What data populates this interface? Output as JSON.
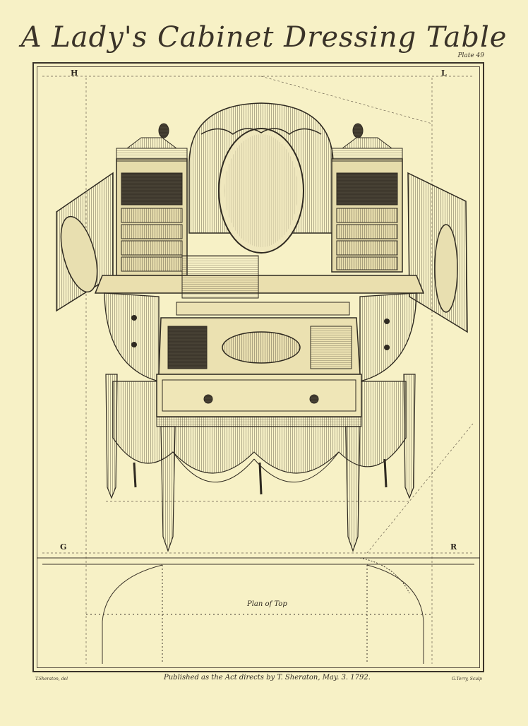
{
  "engraving": {
    "title": "A Lady's Cabinet Dressing Table",
    "plate_label": "Plate 49",
    "corner_labels": {
      "top_left": "H",
      "top_right": "L",
      "bottom_left": "G",
      "bottom_right": "R"
    },
    "plan_caption": "Plan of Top",
    "publication_line": "Published as the Act directs by T. Sheraton, May. 3. 1792.",
    "artist_credit": "T.Sheraton, del",
    "engraver_credit": "G.Terry, Sculp"
  },
  "colors": {
    "paper": "#f7f1c6",
    "ink": "#3a3328"
  }
}
